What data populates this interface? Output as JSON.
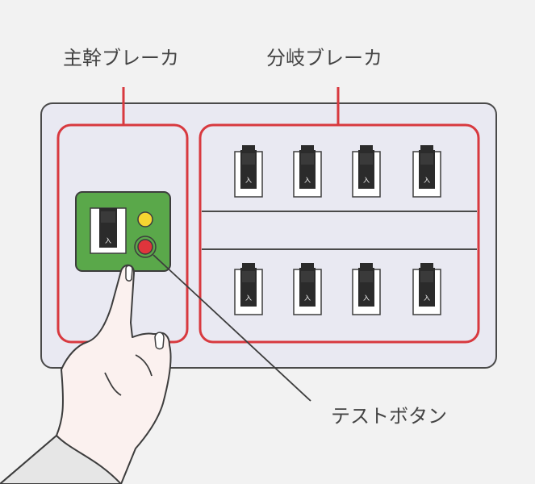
{
  "labels": {
    "main_breaker": "主幹ブレーカ",
    "branch_breaker": "分岐ブレーカ",
    "test_button": "テストボタン"
  },
  "breaker_switch_text": "入",
  "colors": {
    "background": "#f2f2f2",
    "panel_fill": "#e9e9f2",
    "panel_border": "#4a4a4a",
    "highlight_red": "#d8393f",
    "main_unit_green": "#5aa84a",
    "indicator_yellow": "#f5d531",
    "test_button_red": "#e0353c",
    "switch_dark": "#2b2b2b",
    "skin": "#fbf1ef"
  },
  "icons": {
    "indicator_lamp": "yellow-lamp-icon",
    "test_button": "red-button-icon",
    "hand": "pointing-hand-icon"
  }
}
